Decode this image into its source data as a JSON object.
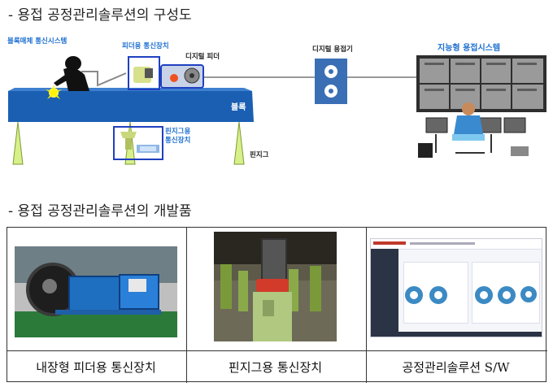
{
  "heading1": "- 용접 공정관리솔루션의 구성도",
  "heading2": "- 용접 공정관리솔루션의 개발품",
  "diagram": {
    "block_system": "블록매체 통신시스템",
    "feeder_comm": "피더용 통신장치",
    "digital_feeder": "디지털 피더",
    "digital_welder": "디지털 용접기",
    "smart_welding_system": "지능형 용접시스템",
    "block": "블록",
    "jig_comm": "핀지그용 통신장치",
    "jig": "핀지그"
  },
  "products": [
    {
      "caption": "내장형 피더용 통신장치"
    },
    {
      "caption": "핀지그용 통신장치"
    },
    {
      "caption": "공정관리솔루션 S/W"
    }
  ],
  "colors": {
    "block_blue": "#1b5fb3",
    "label_blue": "#1e6fd0",
    "welder_blue": "#3b6fb5"
  }
}
